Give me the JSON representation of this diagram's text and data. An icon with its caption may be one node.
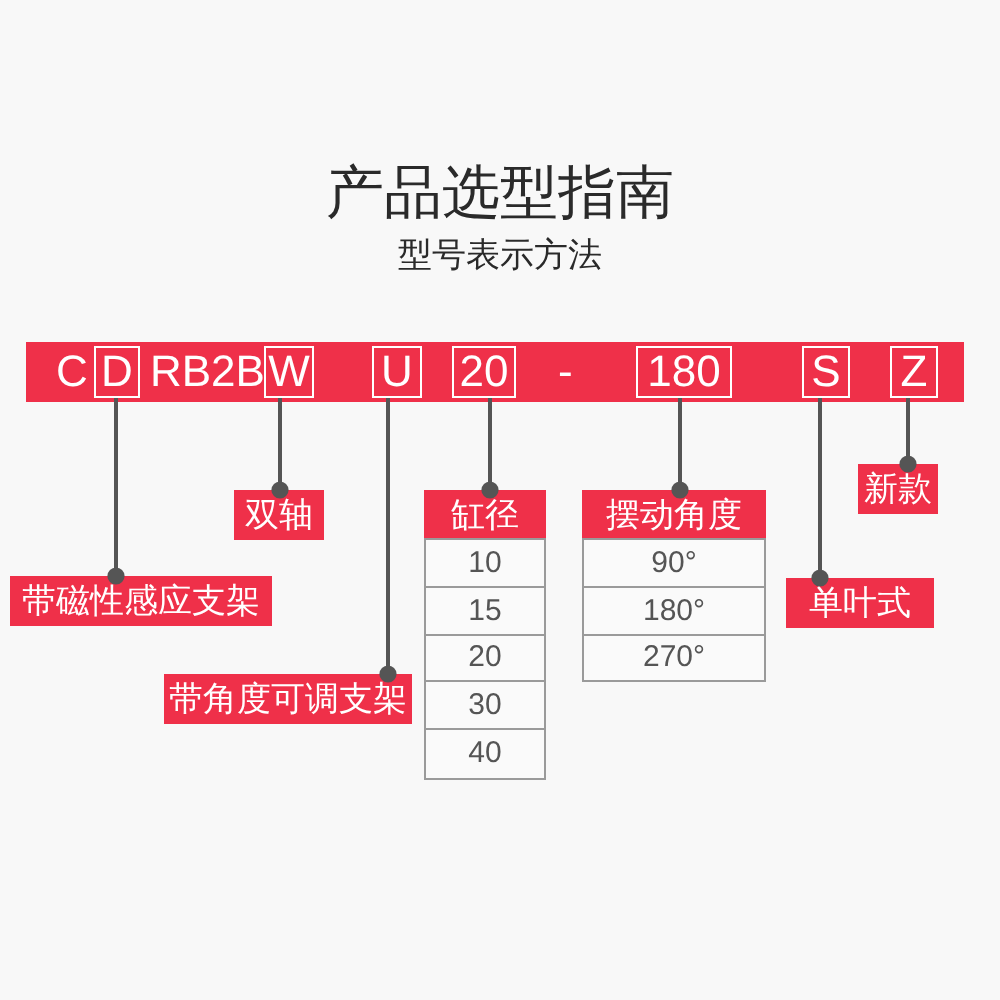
{
  "diagram": {
    "title": "产品选型指南",
    "nodes": [
      {
        "text": [
          "C",
          "RB2B",
          "-"
        ]
      },
      {
        "text": [
          "D"
        ],
        "in": 0
      },
      {
        "text": [
          "W"
        ],
        "in": 0
      },
      {
        "text": [
          "U"
        ],
        "in": 0
      },
      {
        "text": [
          "20"
        ],
        "in": 0
      },
      {
        "text": [
          "180"
        ],
        "in": 0
      },
      {
        "text": [
          "S"
        ],
        "in": 0
      },
      {
        "text": [
          "Z"
        ],
        "in": 0
      },
      {
        "text": [
          "带磁性感应支架"
        ]
      },
      {
        "text": [
          "双轴"
        ]
      },
      {
        "text": [
          "带角度可调支架"
        ]
      },
      {
        "text": [
          "缸径"
        ]
      },
      {
        "text": [
          "10"
        ]
      },
      {
        "text": [
          "15"
        ]
      },
      {
        "text": [
          "20"
        ]
      },
      {
        "text": [
          "30"
        ]
      },
      {
        "text": [
          "40"
        ]
      },
      {
        "text": [
          "摆动角度"
        ]
      },
      {
        "text": [
          "90°"
        ]
      },
      {
        "text": [
          "180°"
        ]
      },
      {
        "text": [
          "270°"
        ]
      },
      {
        "text": [
          "单叶式"
        ]
      },
      {
        "text": [
          "新款"
        ]
      }
    ],
    "edges": [
      {
        "from": 1,
        "to": 8,
        "arrow": "other"
      },
      {
        "from": 2,
        "to": 9,
        "arrow": "other"
      },
      {
        "from": 3,
        "to": 10,
        "arrow": "other"
      },
      {
        "from": 4,
        "to": 11,
        "arrow": "other"
      },
      {
        "from": 5,
        "to": 17,
        "arrow": "other"
      },
      {
        "from": 6,
        "to": 21,
        "arrow": "other"
      },
      {
        "from": 7,
        "to": 22,
        "arrow": "other"
      }
    ],
    "labels": [
      "型号表示方法"
    ]
  }
}
